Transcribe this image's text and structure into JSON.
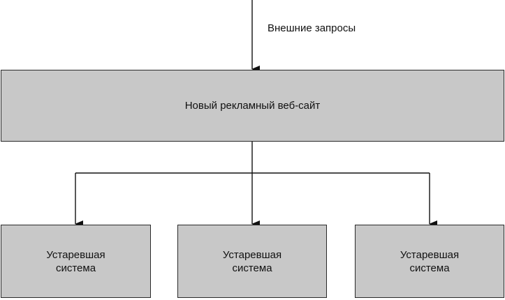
{
  "diagram": {
    "incoming_label": "Внешние запросы",
    "main_system": {
      "label": "Новый рекламный веб-сайт"
    },
    "legacy_systems": [
      {
        "line1": "Устаревшая",
        "line2": "система"
      },
      {
        "line1": "Устаревшая",
        "line2": "система"
      },
      {
        "line1": "Устаревшая",
        "line2": "система"
      }
    ],
    "colors": {
      "box_fill": "#c8c8c8",
      "box_border": "#2a2a2a",
      "line": "#111111",
      "background": "#ffffff"
    }
  }
}
